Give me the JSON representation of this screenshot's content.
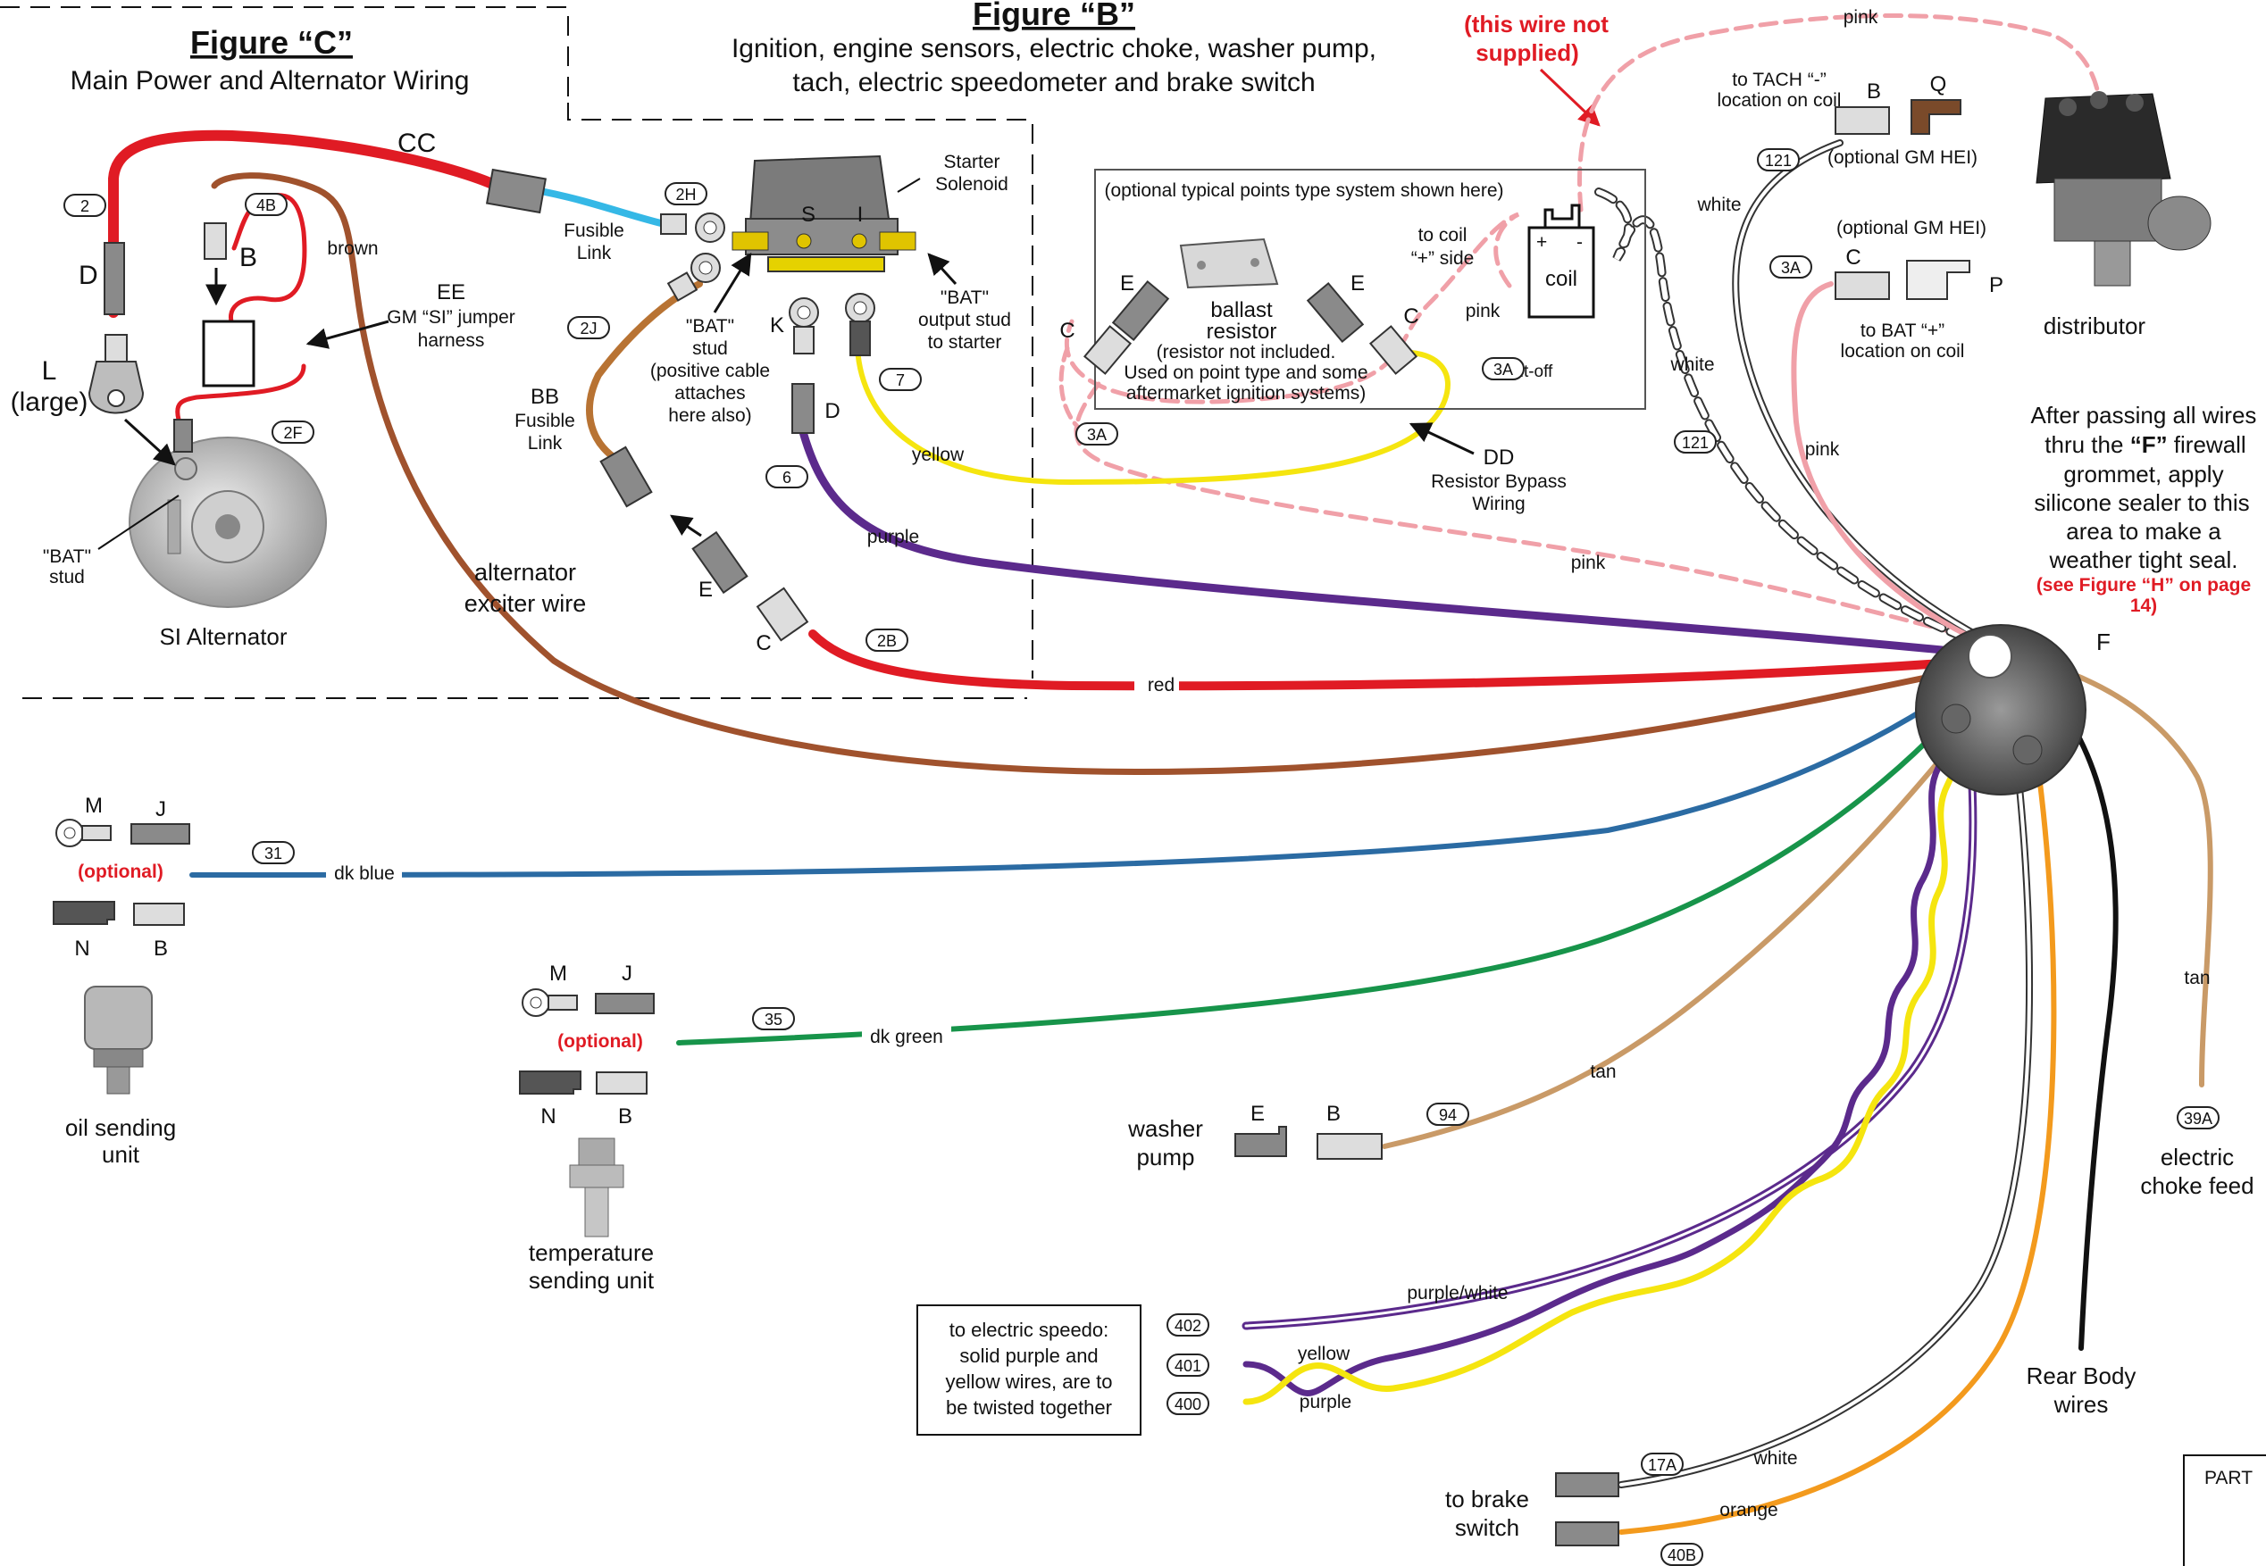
{
  "figure_c": {
    "title": "Figure “C”",
    "subtitle": "Main Power and Alternator Wiring"
  },
  "figure_b": {
    "title": "Figure “B”",
    "subtitle_1": "Ignition, engine sensors, electric choke, washer pump,",
    "subtitle_2": "tach, electric speedometer and brake switch"
  },
  "wire_not_supplied_1": "(this wire not",
  "wire_not_supplied_2": "supplied)",
  "labels": {
    "cc": "CC",
    "d": "D",
    "l": "L",
    "large": "(large)",
    "b": "B",
    "ee": "EE",
    "ee_1": "GM “SI” jumper",
    "ee_2": "harness",
    "brown": "brown",
    "bat_stud_1": "\"BAT\"",
    "bat_stud_2": "stud",
    "si_alternator": "SI Alternator",
    "alt_exciter_1": "alternator",
    "alt_exciter_2": "exciter wire",
    "fusible_link_1": "Fusible",
    "fusible_link_2": "Link",
    "starter_1": "Starter",
    "starter_2": "Solenoid",
    "s": "S",
    "i": "I",
    "bat_pos_1": "\"BAT\"",
    "bat_pos_2": "stud",
    "bat_pos_3": "(positive cable",
    "bat_pos_4": "attaches",
    "bat_pos_5": "here also)",
    "bat_out_1": "\"BAT\"",
    "bat_out_2": "output stud",
    "bat_out_3": "to starter",
    "k": "K",
    "d2": "D",
    "bb": "BB",
    "bb_1": "Fusible",
    "bb_2": "Link",
    "e": "E",
    "c": "C",
    "yellow": "yellow",
    "purple": "purple",
    "red": "red",
    "points_note": "(optional typical points type system shown here)",
    "ballast_1": "ballast",
    "ballast_2": "resistor",
    "ballast_3": "(resistor not included.",
    "ballast_4": "Used on point type and some",
    "ballast_5": "aftermarket ignition systems)",
    "e_left": "E",
    "e_right": "E",
    "c_left": "C",
    "c_right": "C",
    "to_coil_1": "to coil",
    "to_coil_2": "“+” side",
    "pink_small": "pink",
    "coil": "coil",
    "cutoff": "Cut-off",
    "dd": "DD",
    "dd_1": "Resistor Bypass",
    "dd_2": "Wiring",
    "pink_mid": "pink",
    "pink_top": "pink",
    "to_tach_1": "to TACH “-”",
    "to_tach_2": "location on coil",
    "b_q": "B",
    "q": "Q",
    "hei_1": "(optional GM HEI)",
    "hei_2": "(optional GM HEI)",
    "c_p": "C",
    "p": "P",
    "to_bat_1": "to BAT “+”",
    "to_bat_2": "location on coil",
    "white_1": "white",
    "white_2": "white",
    "pink_right": "pink",
    "distributor": "distributor",
    "firewall_1": "After passing all wires",
    "firewall_2a": "thru the ",
    "firewall_2b": "“F”",
    "firewall_2c": " firewall",
    "firewall_3": "grommet, apply",
    "firewall_4": "silicone sealer to this",
    "firewall_5": "area to make a",
    "firewall_6": "weather tight seal.",
    "see_h_1": "(see Figure “H” on page",
    "see_h_2": "14)",
    "f": "F",
    "m1": "M",
    "j1": "J",
    "optional_1": "(optional)",
    "n1": "N",
    "b1": "B",
    "dk_blue": "dk blue",
    "oil_1": "oil sending",
    "oil_2": "unit",
    "m2": "M",
    "j2": "J",
    "optional_2": "(optional)",
    "n2": "N",
    "b2": "B",
    "dk_green": "dk green",
    "temp_1": "temperature",
    "temp_2": "sending unit",
    "washer_1": "washer",
    "washer_2": "pump",
    "e_w": "E",
    "b_w": "B",
    "tan_1": "tan",
    "tan_2": "tan",
    "choke_1": "electric",
    "choke_2": "choke feed",
    "purple_white": "purple/white",
    "speedo_1": "to electric speedo:",
    "speedo_2": "solid purple and",
    "speedo_3": "yellow wires, are to",
    "speedo_4": "be twisted together",
    "yellow_2": "yellow",
    "purple_2": "purple",
    "rear_1": "Rear Body",
    "rear_2": "wires",
    "white_3": "white",
    "orange": "orange",
    "brake_1": "to brake",
    "brake_2": "switch",
    "part": "PART"
  },
  "badges": {
    "b2": "2",
    "b4b": "4B",
    "b2f": "2F",
    "b2h": "2H",
    "b2j": "2J",
    "b7": "7",
    "b6": "6",
    "b2b": "2B",
    "b3a_l": "3A",
    "b3a_c": "3A",
    "b3a_r": "3A",
    "b121_t": "121",
    "b121_b": "121",
    "b31": "31",
    "b35": "35",
    "b94": "94",
    "b39a": "39A",
    "b402": "402",
    "b401": "401",
    "b400": "400",
    "b17a": "17A",
    "b40b": "40B"
  },
  "colors": {
    "red": "#e01b24",
    "brown": "#a0522d",
    "purple": "#5b2a8c",
    "yellow": "#f5e50f",
    "blue": "#2b6ba3",
    "green": "#17944a",
    "tan": "#c99a67",
    "orange": "#f39a1d",
    "pink": "#f0a0a8",
    "cyan": "#35b8e6",
    "black": "#111111"
  }
}
